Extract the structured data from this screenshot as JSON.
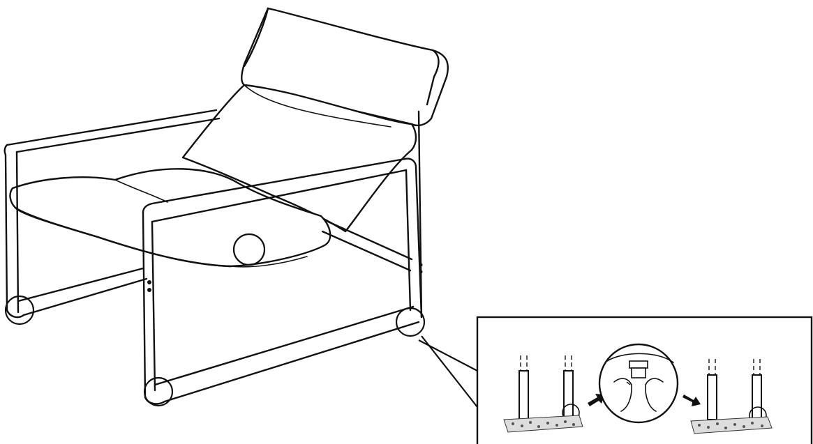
{
  "figure": {
    "kind": "assembly-instruction",
    "subject": "lounge chair",
    "callouts": [
      "rear-left-foot",
      "front-left-foot",
      "front-right-foot",
      "seat-center-strap"
    ],
    "inset_steps": [
      "glide-on-carpet",
      "unscrew-glide",
      "glide-removed-on-carpet"
    ],
    "arrow_color": "#111111",
    "line_color": "#111111"
  }
}
